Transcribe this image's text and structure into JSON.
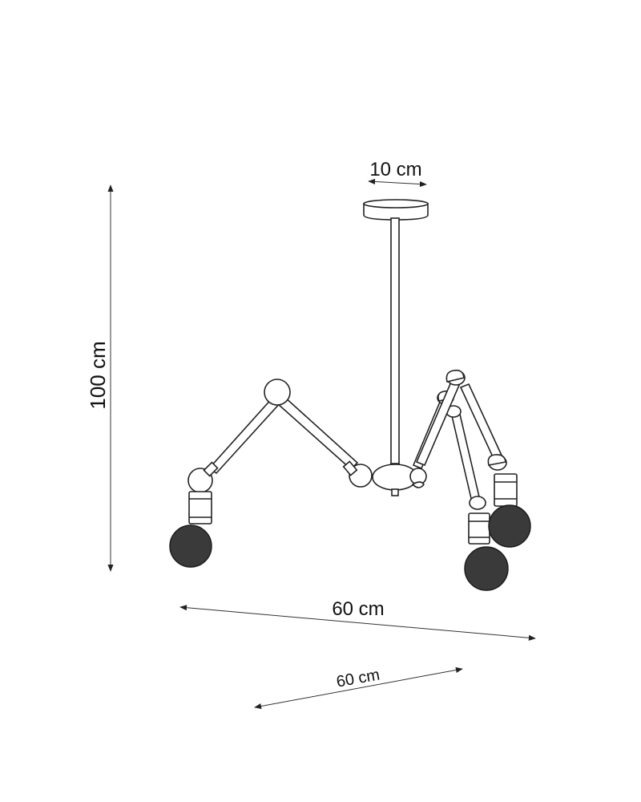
{
  "dimensions": {
    "canopy_width": "10 cm",
    "height": "100 cm",
    "width": "60 cm",
    "depth": "60 cm"
  },
  "colors": {
    "line": "#222222",
    "bulb": "#3a3a3a",
    "background": "#ffffff"
  }
}
